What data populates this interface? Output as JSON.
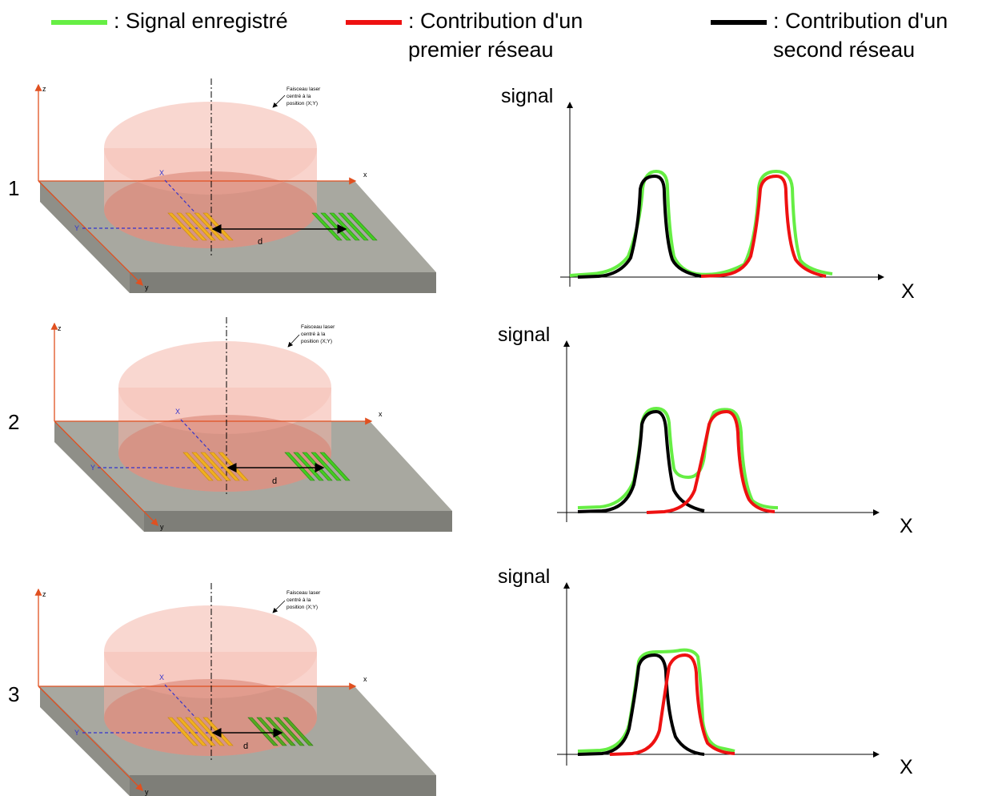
{
  "legend": [
    {
      "text": ": Signal enregistré",
      "color": "#66ee44"
    },
    {
      "text": ": Contribution d'un\npremier réseau",
      "color": "#ee1111"
    },
    {
      "text": ": Contribution d'un\nsecond réseau",
      "color": "#000000"
    }
  ],
  "rows": [
    {
      "number": "1",
      "beam_note": [
        "Faisceau laser",
        "centré à la",
        "position (X;Y)"
      ],
      "axis_z": "z",
      "axis_x": "x",
      "axis_y": "y",
      "point_x": "X",
      "point_y": "Y",
      "distance": "d",
      "plot_ylabel": "signal",
      "plot_xlabel": "X"
    },
    {
      "number": "2",
      "beam_note": [
        "Faisceau laser",
        "centré à la",
        "position (X;Y)"
      ],
      "axis_z": "z",
      "axis_x": "x",
      "axis_y": "y",
      "point_x": "X",
      "point_y": "Y",
      "distance": "d",
      "plot_ylabel": "signal",
      "plot_xlabel": "X"
    },
    {
      "number": "3",
      "beam_note": [
        "Faisceau laser",
        "centré à la",
        "position (X;Y)"
      ],
      "axis_z": "z",
      "axis_x": "x",
      "axis_y": "y",
      "point_x": "X",
      "point_y": "Y",
      "distance": "d",
      "plot_ylabel": "signal",
      "plot_xlabel": "X"
    }
  ],
  "colors": {
    "recorded": "#66ee44",
    "first_network": "#ee1111",
    "second_network": "#000000",
    "slab_top": "#a8a8a0",
    "slab_side": "#8a8a84",
    "beam": "#f4b0a4",
    "grating_yellow": "#f0b020",
    "grating_green": "#44cc22",
    "axis": "#e05020"
  }
}
